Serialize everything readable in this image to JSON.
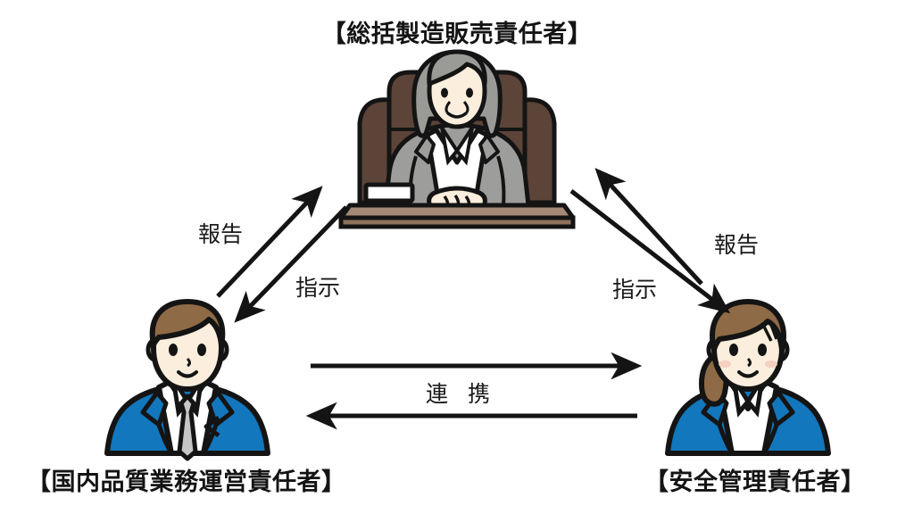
{
  "diagram": {
    "kind": "organization-responsibility-diagram",
    "background_color": "#ffffff"
  },
  "nodes": {
    "top": {
      "id": "marketing-supervisor-general",
      "title": "【総括製造販売責任者】",
      "figure": "seated-senior-woman-executive-at-desk",
      "position": "top-center"
    },
    "bottom_left": {
      "id": "domestic-quality-operations-manager",
      "title": "【国内品質業務運営責任者】",
      "figure": "standing-young-man-in-blue-suit",
      "position": "bottom-left"
    },
    "bottom_right": {
      "id": "safety-control-manager",
      "title": "【安全管理責任者】",
      "figure": "standing-young-woman-in-blue-suit",
      "position": "bottom-right"
    }
  },
  "edges": [
    {
      "id": "left-report",
      "label": "報告",
      "from": "bottom_left",
      "to": "top",
      "direction": "up-right"
    },
    {
      "id": "left-order",
      "label": "指示",
      "from": "top",
      "to": "bottom_left",
      "direction": "down-left"
    },
    {
      "id": "right-report",
      "label": "報告",
      "from": "bottom_right",
      "to": "top",
      "direction": "up-left"
    },
    {
      "id": "right-order",
      "label": "指示",
      "from": "top",
      "to": "bottom_right",
      "direction": "down-right"
    },
    {
      "id": "liaison",
      "label": "連 携",
      "from": "bottom_left",
      "to": "bottom_right",
      "direction": "bidirectional-horizontal"
    }
  ],
  "colors": {
    "line": "#141414",
    "text": "#141414",
    "suit_blue": "#1277bc",
    "suit_gray": "#9d9d9c",
    "skin": "#fceedc",
    "hair_gray": "#9a9a97",
    "hair_brown": "#8e6b46",
    "desk_brown": "#a58974",
    "desk_brown_dark": "#8f725d",
    "chair_brown": "#5c4438",
    "tie_gray": "#c6c6c6",
    "white": "#ffffff",
    "background": "#ffffff"
  }
}
